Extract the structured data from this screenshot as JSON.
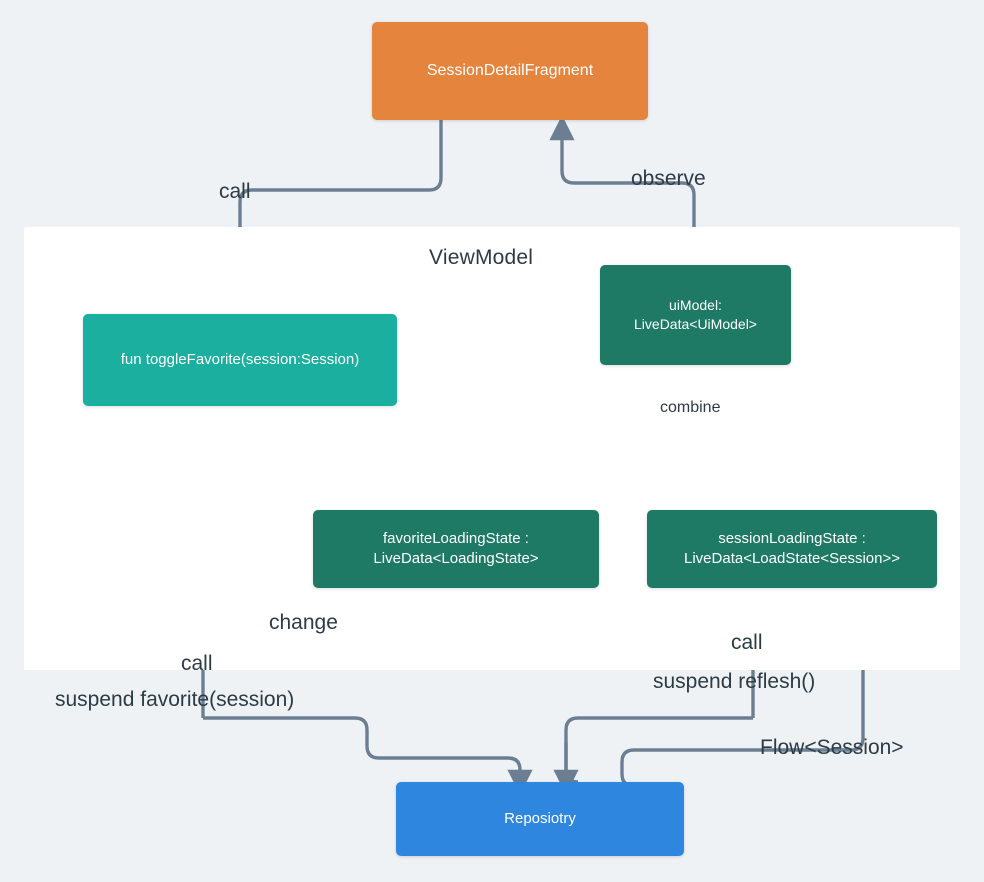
{
  "diagram": {
    "title_visible": false,
    "background_color": "#eef2f5",
    "panel": {
      "label": "ViewModel",
      "background_color": "#ffffff"
    },
    "colors": {
      "fragment": "#e5843c",
      "accent_orange": "#e5843c",
      "teal": "#1aaf9e",
      "green": "#1e7a65",
      "blue": "#2e86de",
      "arrow": "#6c7f92",
      "text_dark": "#2d3b45"
    },
    "nodes": [
      {
        "id": "fragment",
        "label": "SessionDetailFragment",
        "lines": [
          "SessionDetailFragment"
        ],
        "color": "#e5843c"
      },
      {
        "id": "toggle_favorite",
        "label": "fun toggleFavorite(session:Session)",
        "lines": [
          "fun toggleFavorite(session:Session)"
        ],
        "color": "#1aaf9e"
      },
      {
        "id": "ui_model",
        "label": "uiModel: LiveData<UiModel>",
        "lines": [
          "uiModel:",
          "LiveData<UiModel>"
        ],
        "color": "#1e7a65"
      },
      {
        "id": "favorite_loading_state",
        "label": "favoriteLoadingState : LiveData<LoadingState>",
        "lines": [
          "favoriteLoadingState :",
          "LiveData<LoadingState>"
        ],
        "color": "#1e7a65"
      },
      {
        "id": "session_loading_state",
        "label": "sessionLoadingState : LiveData<LoadState<Session>>",
        "lines": [
          "sessionLoadingState :",
          "LiveData<LoadState<Session>>"
        ],
        "color": "#1e7a65"
      },
      {
        "id": "repository",
        "label": "Reposiotry",
        "lines": [
          "Reposiotry"
        ],
        "color": "#2e86de"
      }
    ],
    "edges": [
      {
        "id": "call_fragment_to_toggle",
        "label": "call",
        "from": "fragment",
        "to": "toggle_favorite",
        "style": "solid",
        "color": "#6c7f92"
      },
      {
        "id": "observe_uimodel_to_fragment",
        "label": "observe",
        "from": "ui_model",
        "to": "fragment",
        "style": "solid",
        "color": "#6c7f92"
      },
      {
        "id": "combine_states_to_uimodel",
        "label": "combine",
        "from": "favorite_loading_state,session_loading_state",
        "to": "ui_model",
        "style": "dashed",
        "color": "#e5843c"
      },
      {
        "id": "change_toggle_to_favorite_state",
        "label": "change",
        "from": "toggle_favorite",
        "to": "favorite_loading_state",
        "style": "solid",
        "color": "#6c7f92"
      },
      {
        "id": "call_toggle_to_repository",
        "label": "call",
        "from": "toggle_favorite",
        "to": "repository",
        "style": "solid",
        "color": "#6c7f92"
      },
      {
        "id": "suspend_favorite",
        "label": "suspend favorite(session)",
        "from": "toggle_favorite",
        "to": "repository",
        "style": "solid",
        "color": "#6c7f92"
      },
      {
        "id": "call_session_state_to_repository",
        "label": "call",
        "from": "session_loading_state",
        "to": "repository",
        "style": "solid",
        "color": "#6c7f92"
      },
      {
        "id": "suspend_reflesh",
        "label": "suspend reflesh()",
        "from": "session_loading_state",
        "to": "repository",
        "style": "solid",
        "color": "#6c7f92"
      },
      {
        "id": "flow_session",
        "label": "Flow<Session>",
        "from": "repository",
        "to": "session_loading_state",
        "style": "solid",
        "color": "#6c7f92"
      }
    ]
  }
}
